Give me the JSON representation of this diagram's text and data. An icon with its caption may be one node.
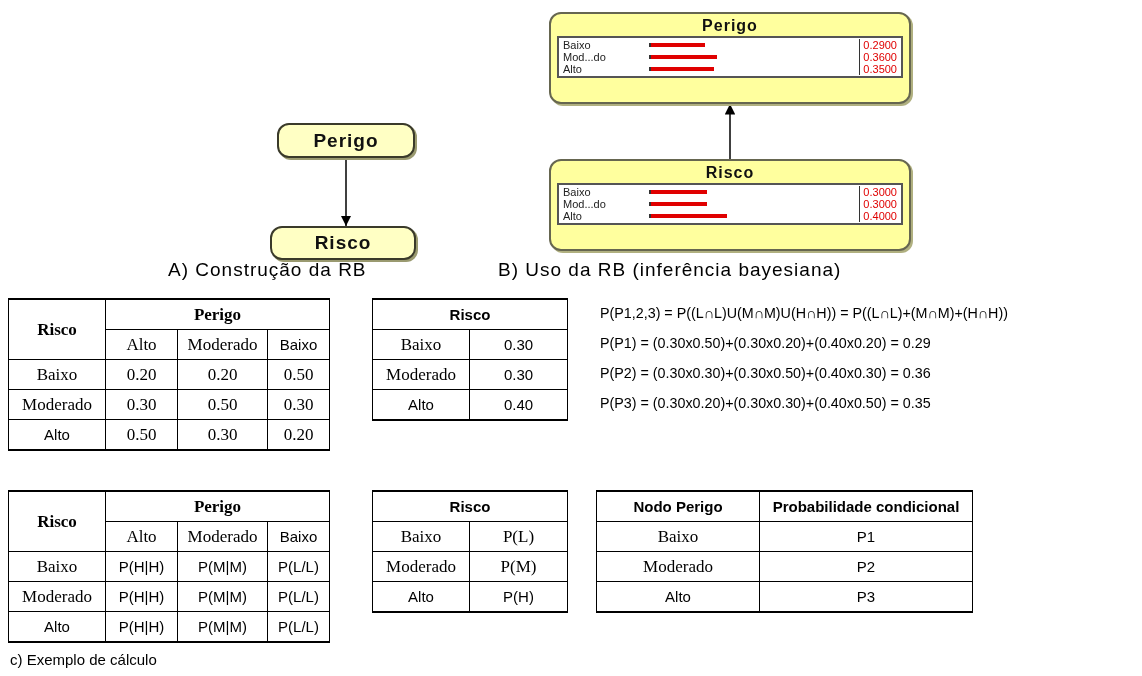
{
  "diagram": {
    "nodes": [
      {
        "text": [
          "Perigo"
        ]
      },
      {
        "text": [
          "Risco"
        ]
      },
      {
        "text": [
          "Perigo",
          "Baixo",
          "0.2900",
          "Mod...do",
          "0.3600",
          "Alto",
          "0.3500"
        ]
      },
      {
        "text": [
          "Risco",
          "Baixo",
          "0.3000",
          "Mod...do",
          "0.3000",
          "Alto",
          "0.4000"
        ]
      }
    ],
    "edges": [
      {
        "from": 0,
        "to": 1,
        "arrow": "to"
      },
      {
        "from": 3,
        "to": 2,
        "arrow": "to"
      }
    ],
    "labels": [
      "A) Construção da RB",
      "B) Uso da RB (inferência bayesiana)",
      "Risco",
      "Perigo",
      "Alto",
      "Moderado",
      "Baixo",
      "Baixo",
      "0.20",
      "0.20",
      "0.50",
      "Moderado",
      "0.30",
      "0.50",
      "0.30",
      "Alto",
      "0.50",
      "0.30",
      "0.20",
      "Risco",
      "Baixo",
      "0.30",
      "Moderado",
      "0.30",
      "Alto",
      "0.40",
      "P(P1,2,3) = P((L∩L)U(M∩M)U(H∩H)) = P((L∩L)+(M∩M)+(H∩H))",
      "P(P1) = (0.30x0.50)+(0.30x0.20)+(0.40x0.20) = 0.29",
      "P(P2) = (0.30x0.30)+(0.30x0.50)+(0.40x0.30) = 0.36",
      "P(P3) = (0.30x0.20)+(0.30x0.30)+(0.40x0.50) = 0.35",
      "Risco",
      "Perigo",
      "Alto",
      "Moderado",
      "Baixo",
      "Baixo",
      "P(H|H)",
      "P(M|M)",
      "P(L/L)",
      "Moderado",
      "P(H|H)",
      "P(M|M)",
      "P(L/L)",
      "Alto",
      "P(H|H)",
      "P(M|M)",
      "P(L/L)",
      "Risco",
      "Baixo",
      "P(L)",
      "Moderado",
      "P(M)",
      "Alto",
      "P(H)",
      "Nodo Perigo",
      "Probabilidade condicional",
      "Baixo",
      "P1",
      "Moderado",
      "P2",
      "Alto",
      "P3",
      "c) Exemplo de cálculo"
    ]
  }
}
